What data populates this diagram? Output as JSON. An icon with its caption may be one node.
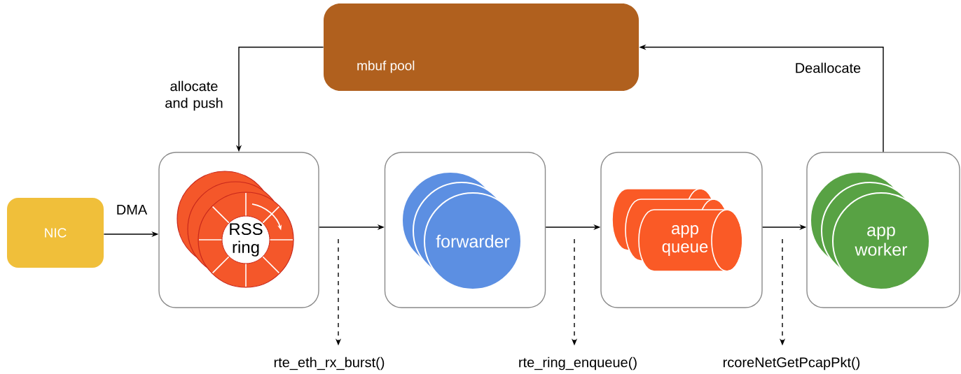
{
  "diagram": {
    "nodes": [
      {
        "text": [
          "mbuf pool"
        ]
      },
      {
        "text": [
          "NIC"
        ]
      },
      {
        "text": [],
        "shape": "box"
      },
      {
        "text": [
          "RSS ring"
        ],
        "in": 2
      },
      {
        "text": [],
        "shape": "box"
      },
      {
        "text": [
          "forwarder"
        ],
        "in": 4
      },
      {
        "text": [],
        "shape": "box"
      },
      {
        "text": [
          "app queue"
        ],
        "in": 6
      },
      {
        "text": [],
        "shape": "box"
      },
      {
        "text": [
          "app worker"
        ],
        "in": 8
      },
      {
        "text": [
          "rte_eth_rx_burst()"
        ]
      },
      {
        "text": [
          "rte_ring_enqueue()"
        ]
      },
      {
        "text": [
          "rcoreNetGetPcapPkt()"
        ]
      }
    ],
    "edges": [
      {
        "from": 1,
        "to": 2,
        "arrow": "to",
        "label": "DMA"
      },
      {
        "from": 0,
        "to": 2,
        "arrow": "to",
        "label": "allocate and push"
      },
      {
        "from": 2,
        "to": 4,
        "arrow": "to"
      },
      {
        "from": 4,
        "to": 6,
        "arrow": "to"
      },
      {
        "from": 6,
        "to": 8,
        "arrow": "to"
      },
      {
        "from": 8,
        "to": 0,
        "arrow": "to",
        "label": "Deallocate"
      },
      {
        "from": null,
        "to": 10,
        "arrow": "to",
        "style": "dashed"
      },
      {
        "from": null,
        "to": 11,
        "arrow": "to",
        "style": "dashed"
      },
      {
        "from": null,
        "to": 12,
        "arrow": "to",
        "style": "dashed"
      }
    ]
  }
}
